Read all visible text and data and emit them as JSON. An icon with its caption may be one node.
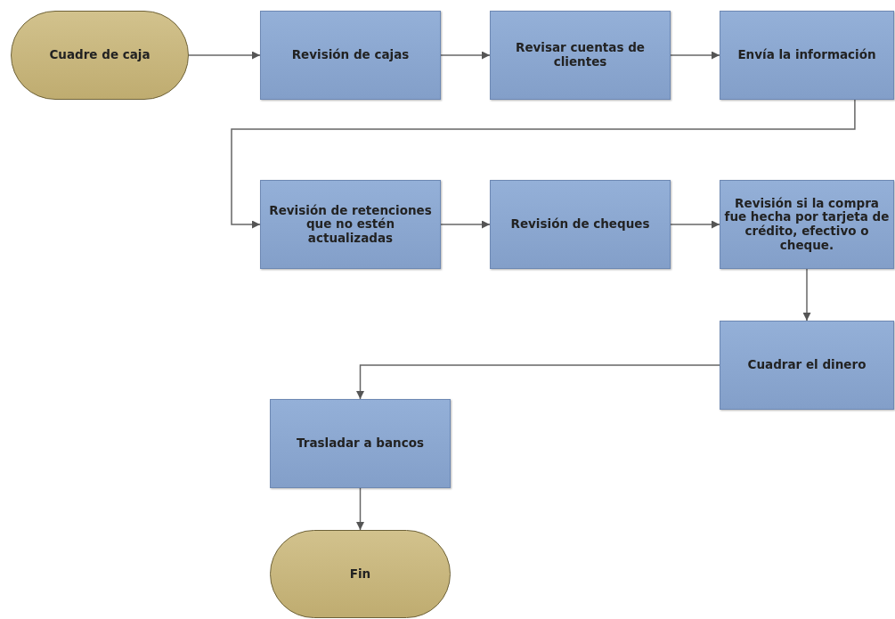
{
  "diagram": {
    "nodes": [
      {
        "text": [
          "Cuadre de caja"
        ]
      },
      {
        "text": [
          "Revisión de cajas"
        ]
      },
      {
        "text": [
          "Revisar cuentas de clientes"
        ]
      },
      {
        "text": [
          "Envía la información"
        ]
      },
      {
        "text": [
          "Revisión de retenciones que no estén actualizadas"
        ]
      },
      {
        "text": [
          "Revisión de cheques"
        ]
      },
      {
        "text": [
          "Revisión si la compra fue hecha por tarjeta de crédito, efectivo o cheque."
        ]
      },
      {
        "text": [
          "Cuadrar el dinero"
        ]
      },
      {
        "text": [
          "Trasladar a bancos"
        ]
      },
      {
        "text": [
          "Fin"
        ]
      }
    ],
    "edges": [
      {
        "from": 0,
        "to": 1,
        "arrow": "to"
      },
      {
        "from": 1,
        "to": 2,
        "arrow": "to"
      },
      {
        "from": 2,
        "to": 3,
        "arrow": "to"
      },
      {
        "from": 3,
        "to": 4,
        "arrow": "to"
      },
      {
        "from": 4,
        "to": 5,
        "arrow": "to"
      },
      {
        "from": 5,
        "to": 6,
        "arrow": "to"
      },
      {
        "from": 6,
        "to": 7,
        "arrow": "to"
      },
      {
        "from": 7,
        "to": 8,
        "arrow": "to"
      },
      {
        "from": 8,
        "to": 9,
        "arrow": "to"
      }
    ]
  }
}
